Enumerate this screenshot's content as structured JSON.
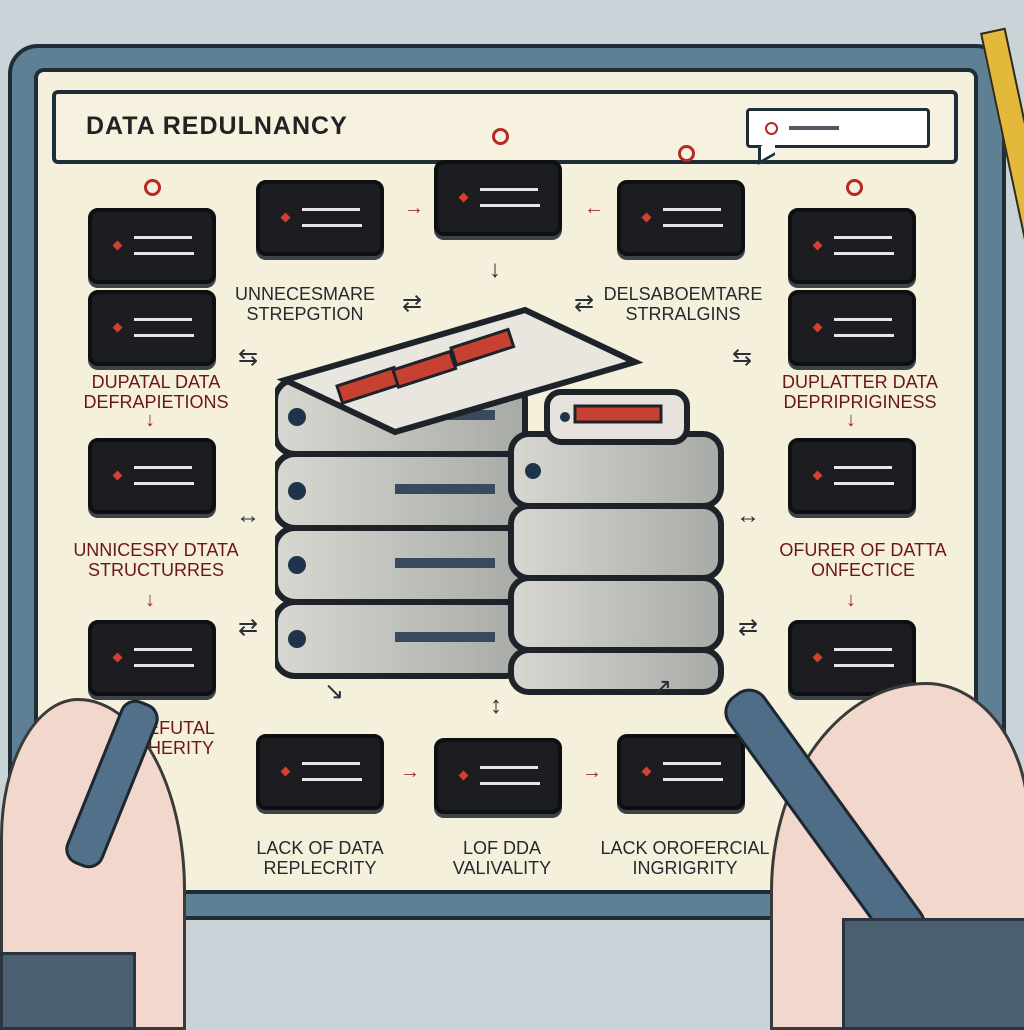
{
  "title": "DATA REDULNANCY",
  "labels": {
    "top_left": [
      "UNNECESMARE",
      "STREPGTION"
    ],
    "top_right": [
      "DELSABOEMTARE",
      "STRRALGINS"
    ],
    "left_1": [
      "DUPATAL DATA",
      "DEFRAPIETIONS"
    ],
    "right_1": [
      "DUPLATTER DATA",
      "DEPRIPRIGINESS"
    ],
    "left_2": [
      "UNNICESRY DTATA",
      "STRUCTURRES"
    ],
    "right_2": [
      "OFURER OF DATTA",
      "ONFECTICE"
    ],
    "left_3": [
      "EFUTAL",
      "HERITY"
    ],
    "bottom_1": [
      "LACK OF DATA",
      "REPLECRITY"
    ],
    "bottom_2": [
      "LOF DDA",
      "VALIVALITY"
    ],
    "bottom_3": [
      "LACK OROFERCIAL",
      "INGRIGRITY"
    ]
  },
  "icons": {
    "search_icon": "search-icon",
    "arrow_icon": "arrow-icon"
  }
}
